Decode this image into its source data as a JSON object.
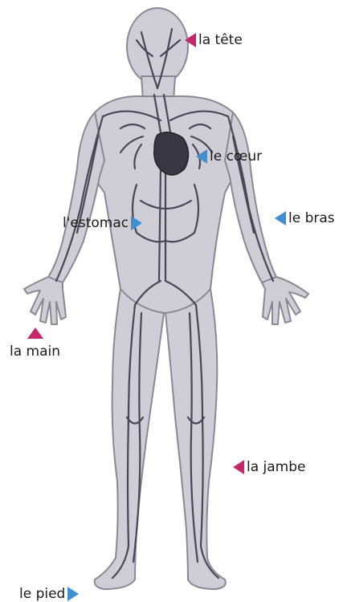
{
  "labels": {
    "head": "la tête",
    "heart": "le cœur",
    "stomach": "l'estomac",
    "arm": "le bras",
    "hand": "la main",
    "leg": "la jambe",
    "foot": "le pied"
  },
  "colors": {
    "body_fill": "#cfcdd6",
    "body_outline": "#8b8894",
    "vein": "#4a4755",
    "heart": "#3a3744",
    "marker_pink": "#c8266a",
    "marker_blue": "#3f8fd1"
  },
  "icons": {
    "pink": "pink-triangle-marker-icon",
    "blue": "blue-triangle-marker-icon"
  }
}
